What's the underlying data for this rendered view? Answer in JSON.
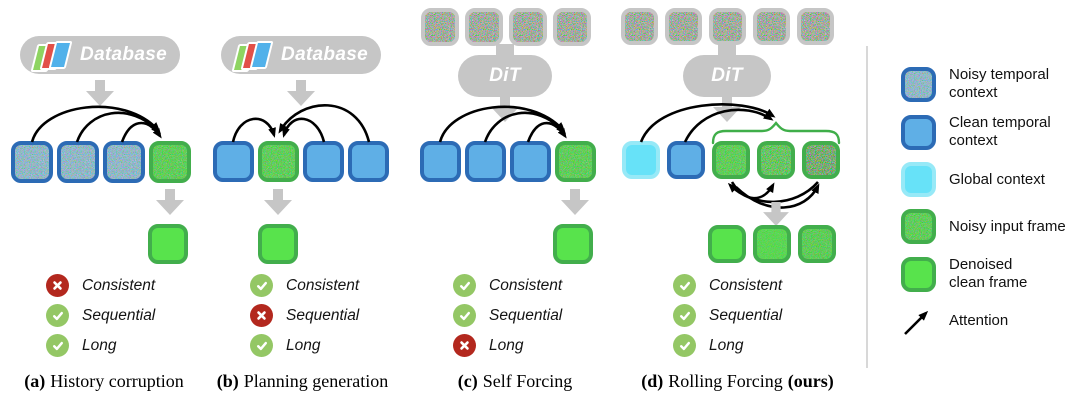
{
  "panels": [
    {
      "caption_prefix": "(a)",
      "caption_text": "History corruption",
      "caption_suffix": "",
      "source_label": "Database",
      "top_frames": [],
      "context_frames": [
        "noisy-temporal",
        "noisy-temporal",
        "noisy-temporal",
        "noisy-input"
      ],
      "output_frames": [
        "denoised-clean"
      ],
      "statuses": [
        {
          "ok": false,
          "label": "Consistent"
        },
        {
          "ok": true,
          "label": "Sequential"
        },
        {
          "ok": true,
          "label": "Long"
        }
      ]
    },
    {
      "caption_prefix": "(b)",
      "caption_text": "Planning generation",
      "caption_suffix": "",
      "source_label": "Database",
      "top_frames": [],
      "context_frames": [
        "clean-temporal",
        "noisy-input",
        "clean-temporal",
        "clean-temporal"
      ],
      "output_frames": [
        "denoised-clean"
      ],
      "statuses": [
        {
          "ok": true,
          "label": "Consistent"
        },
        {
          "ok": false,
          "label": "Sequential"
        },
        {
          "ok": true,
          "label": "Long"
        }
      ]
    },
    {
      "caption_prefix": "(c)",
      "caption_text": "Self Forcing",
      "caption_suffix": "",
      "source_label": "DiT",
      "top_frames": [
        "pure-noise",
        "pure-noise",
        "pure-noise",
        "pure-noise"
      ],
      "context_frames": [
        "clean-temporal",
        "clean-temporal",
        "clean-temporal",
        "noisy-input"
      ],
      "output_frames": [
        "denoised-clean"
      ],
      "statuses": [
        {
          "ok": true,
          "label": "Consistent"
        },
        {
          "ok": true,
          "label": "Sequential"
        },
        {
          "ok": false,
          "label": "Long"
        }
      ]
    },
    {
      "caption_prefix": "(d)",
      "caption_text": "Rolling Forcing",
      "caption_suffix": "(ours)",
      "source_label": "DiT",
      "top_frames": [
        "pure-noise",
        "pure-noise",
        "pure-noise",
        "pure-noise",
        "pure-noise"
      ],
      "context_frames": [
        "global-context",
        "clean-temporal",
        "noisy-input",
        "noisy-input-mid",
        "noisy-input-heavy"
      ],
      "output_frames": [
        "denoised-clean",
        "denoised-light",
        "denoised-mid"
      ],
      "statuses": [
        {
          "ok": true,
          "label": "Consistent"
        },
        {
          "ok": true,
          "label": "Sequential"
        },
        {
          "ok": true,
          "label": "Long"
        }
      ]
    }
  ],
  "legend": {
    "items": [
      {
        "swatch": "noisy-temporal",
        "lines": [
          "Noisy temporal",
          "context"
        ]
      },
      {
        "swatch": "clean-temporal",
        "lines": [
          "Clean temporal",
          "context"
        ]
      },
      {
        "swatch": "global-context",
        "lines": [
          "Global context"
        ]
      },
      {
        "swatch": "noisy-input",
        "lines": [
          "Noisy input frame"
        ]
      },
      {
        "swatch": "denoised-clean",
        "lines": [
          "Denoised",
          "clean frame"
        ]
      },
      {
        "swatch": "attention",
        "lines": [
          "Attention"
        ]
      }
    ]
  },
  "frame_styles": {
    "pure-noise": {
      "border": "#c6c6c6",
      "fill": "#a7aaa2",
      "noise": 1
    },
    "noisy-temporal": {
      "border": "#2c6bb5",
      "fill": "#8fbcd8",
      "noise": 0.6
    },
    "clean-temporal": {
      "border": "#2c6bb5",
      "fill": "#5fafe6",
      "noise": 0
    },
    "global-context": {
      "border": "#97e9f7",
      "fill": "#67e2f8",
      "noise": 0
    },
    "noisy-input": {
      "border": "#42ae4c",
      "fill": "#50d847",
      "noise": 0.55
    },
    "noisy-input-mid": {
      "border": "#42ae4c",
      "fill": "#4dd245",
      "noise": 0.78
    },
    "noisy-input-heavy": {
      "border": "#42ae4c",
      "fill": "#5aa850",
      "noise": 1
    },
    "denoised-clean": {
      "border": "#42ae4c",
      "fill": "#58e34c",
      "noise": 0
    },
    "denoised-light": {
      "border": "#42ae4c",
      "fill": "#52dd49",
      "noise": 0.3
    },
    "denoised-mid": {
      "border": "#42ae4c",
      "fill": "#4ed646",
      "noise": 0.5
    }
  },
  "status_colors": {
    "ok": "#94c765",
    "bad": "#b3281e"
  },
  "accent_colors": {
    "attention_black": "#000000",
    "brace_green": "#3fae49",
    "gray_ui": "#c6c6c6"
  }
}
